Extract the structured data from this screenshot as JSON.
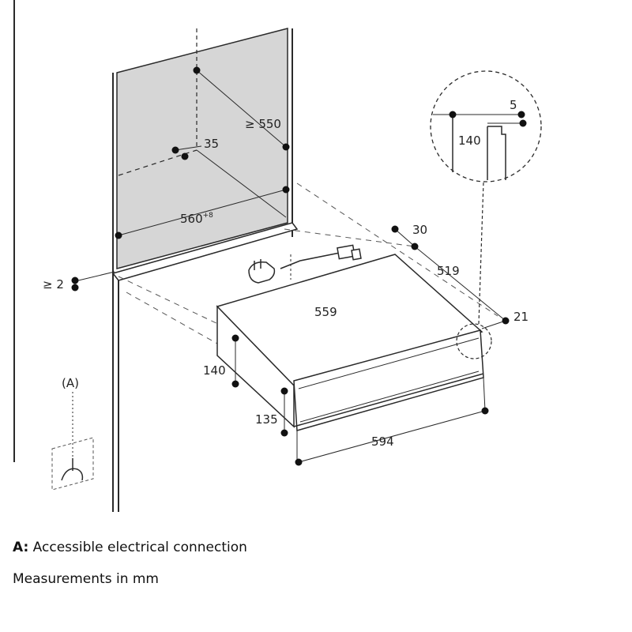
{
  "dimensions": {
    "niche_depth": "≥ 550",
    "rear_gap": "35",
    "niche_width": "560",
    "niche_width_tolerance": "+8",
    "side_gap": "≥ 2",
    "cable_offset": "30",
    "appliance_depth": "519",
    "front_offset": "21",
    "appliance_width_top": "559",
    "body_height": "140",
    "front_height": "135",
    "front_width": "594",
    "detail_height": "140",
    "detail_offset": "5"
  },
  "labels": {
    "connection_marker": "(A)"
  },
  "legend": {
    "a_key": "A:",
    "a_text": " Accessible electrical connection",
    "units": "Measurements in mm"
  },
  "colors": {
    "niche_fill": "#d6d6d6",
    "line": "#2a2a2a",
    "dashed": "#555555",
    "appliance_front": "#ffffff"
  }
}
